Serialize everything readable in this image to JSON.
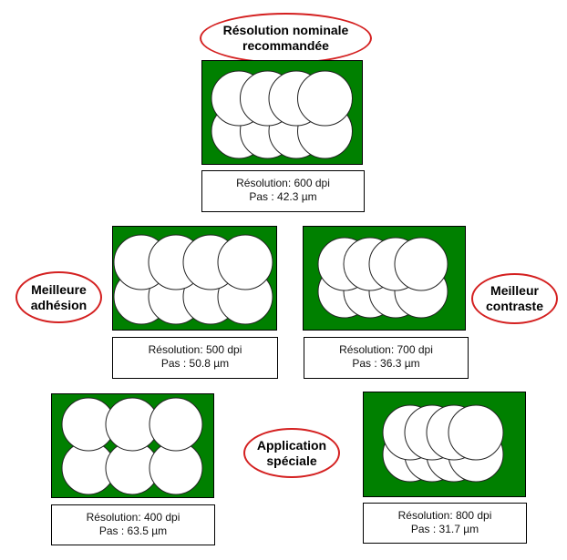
{
  "labels": {
    "nominal": [
      "Résolution nominale",
      "recommandée"
    ],
    "adhesion": [
      "Meilleure",
      "adhésion"
    ],
    "contrast": [
      "Meilleur",
      "contraste"
    ],
    "special": [
      "Application",
      "spéciale"
    ]
  },
  "panels": [
    {
      "id": "600",
      "resolution": "Résolution: 600 dpi",
      "pitch": "Pas : 42.3 µm"
    },
    {
      "id": "500",
      "resolution": "Résolution: 500 dpi",
      "pitch": "Pas : 50.8 µm"
    },
    {
      "id": "700",
      "resolution": "Résolution: 700 dpi",
      "pitch": "Pas : 36.3 µm"
    },
    {
      "id": "400",
      "resolution": "Résolution: 400 dpi",
      "pitch": "Pas : 63.5 µm"
    },
    {
      "id": "800",
      "resolution": "Résolution: 800 dpi",
      "pitch": "Pas : 31.7 µm"
    }
  ],
  "colors": {
    "background": "#008000",
    "dot": "#ffffff",
    "oval": "#d42020"
  }
}
